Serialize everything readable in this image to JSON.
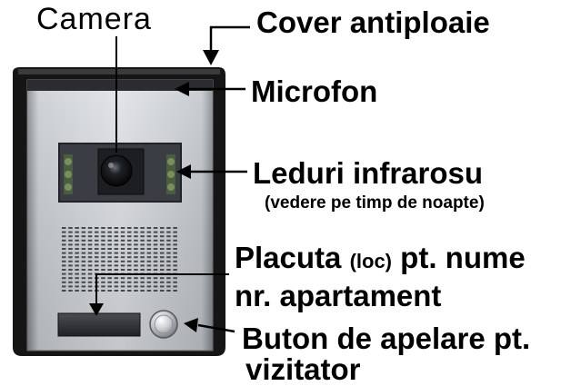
{
  "labels": {
    "camera": "Camera",
    "cover": "Cover antiploaie",
    "microfon": "Microfon",
    "leduri": "Leduri infrarosu",
    "vedere": "(vedere pe timp de noapte)",
    "placuta_a": "Placuta ",
    "placuta_loc": "(loc)",
    "placuta_b": " pt. nume",
    "nr_apartament": "nr. apartament",
    "buton": "Buton de apelare pt.",
    "vizitator": "vizitator"
  },
  "colors": {
    "housing": "#161616",
    "panel": "#b9bdc2",
    "panel_dark": "#8d9197",
    "camera_window": "#3a3f45",
    "lens": "#1a1a1a",
    "name_plate": "#2b2d30",
    "leader_line": "#000000"
  }
}
